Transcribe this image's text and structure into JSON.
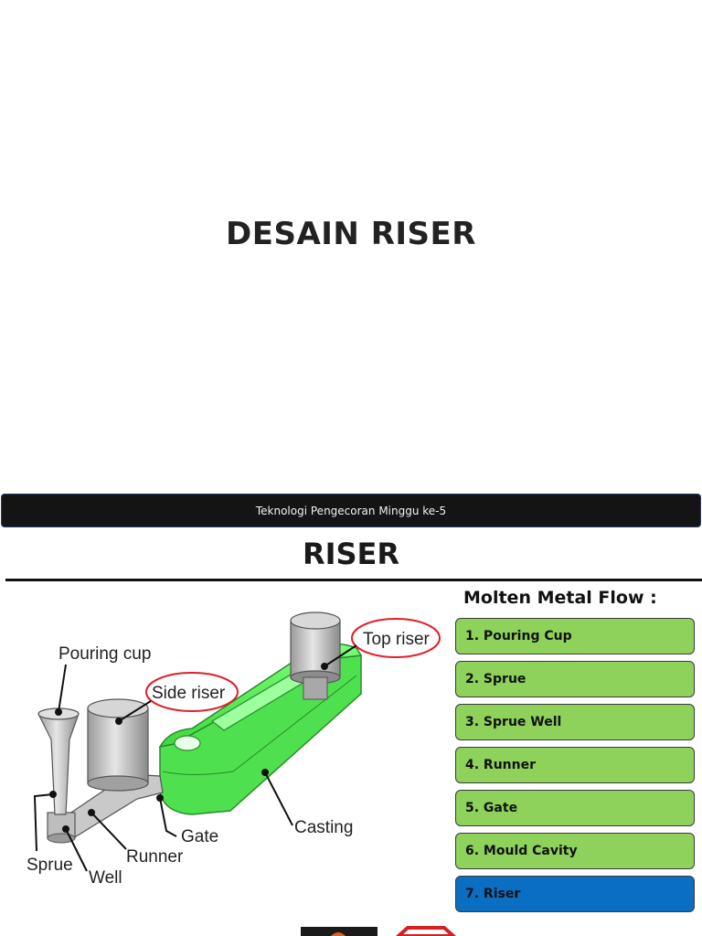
{
  "slide1": {
    "title": "DESAIN RISER"
  },
  "footer": {
    "text": "Teknologi Pengecoran Minggu ke-5"
  },
  "slide2": {
    "heading": "RISER",
    "flow_title": "Molten Metal Flow :",
    "flow_items": [
      {
        "label": "1. Pouring Cup"
      },
      {
        "label": "2. Sprue"
      },
      {
        "label": "3. Sprue Well"
      },
      {
        "label": "4. Runner"
      },
      {
        "label": "5. Gate"
      },
      {
        "label": "6. Mould Cavity"
      },
      {
        "label": "7. Riser"
      }
    ],
    "diagram_labels": {
      "pouring_cup": "Pouring cup",
      "side_riser": "Side riser",
      "top_riser": "Top riser",
      "sprue": "Sprue",
      "well": "Well",
      "runner": "Runner",
      "gate": "Gate",
      "casting": "Casting"
    }
  },
  "colors": {
    "flow_default": "#8ed15b",
    "flow_active": "#0a6fc2",
    "casting": "#5ef05e",
    "highlight_ring": "#e0202a"
  }
}
